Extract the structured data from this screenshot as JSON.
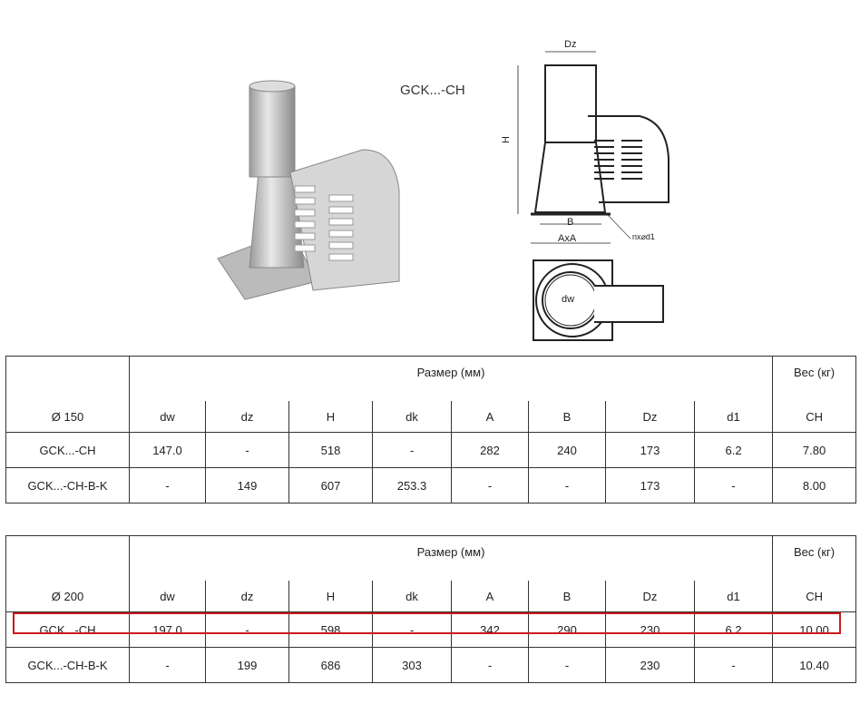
{
  "model_label": "GCK...-CH",
  "drawing": {
    "labels": {
      "dz": "Dz",
      "h": "H",
      "b": "B",
      "axa": "AxA",
      "holes": "nx⌀d1",
      "dw": "dw"
    }
  },
  "tables": [
    {
      "diameter": "Ø  150",
      "size_header": "Размер (мм)",
      "weight_header": "Вес (кг)",
      "columns": [
        "dw",
        "dz",
        "H",
        "dk",
        "A",
        "B",
        "Dz",
        "d1",
        "CH"
      ],
      "rows": [
        [
          "GCK...-CH",
          "147.0",
          "-",
          "518",
          "-",
          "282",
          "240",
          "173",
          "6.2",
          "7.80"
        ],
        [
          "GCK...-CH-B-K",
          "-",
          "149",
          "607",
          "253.3",
          "-",
          "-",
          "173",
          "-",
          "8.00"
        ]
      ]
    },
    {
      "diameter": "Ø  200",
      "size_header": "Размер (мм)",
      "weight_header": "Вес (кг)",
      "columns": [
        "dw",
        "dz",
        "H",
        "dk",
        "A",
        "B",
        "Dz",
        "d1",
        "CH"
      ],
      "rows": [
        [
          "GCK...-CH",
          "197.0",
          "-",
          "598",
          "-",
          "342",
          "290",
          "230",
          "6.2",
          "10.00"
        ],
        [
          "GCK...-CH-B-K",
          "-",
          "199",
          "686",
          "303",
          "-",
          "-",
          "230",
          "-",
          "10.40"
        ]
      ],
      "highlighted_row": 0
    }
  ],
  "colors": {
    "highlight": "#c8191e"
  }
}
